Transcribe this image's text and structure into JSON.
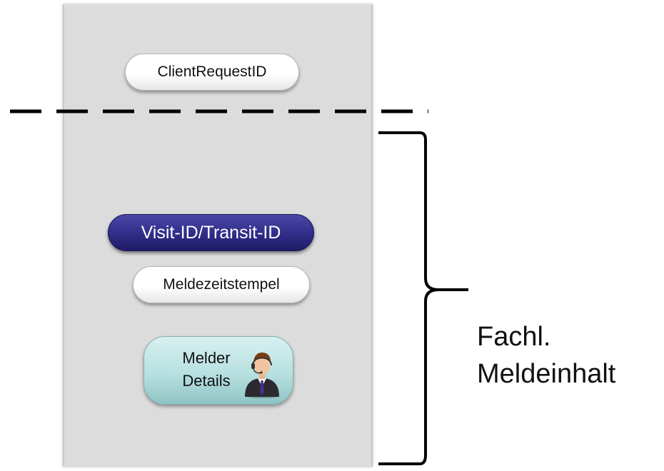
{
  "fields": {
    "client_request_id": "ClientRequestID",
    "visit_transit_id": "Visit-ID/Transit-ID",
    "meldezeitstempel": "Meldezeitstempel",
    "melder_line1": "Melder",
    "melder_line2": "Details"
  },
  "brace_label": {
    "line1": "Fachl.",
    "line2": "Meldeinhalt"
  },
  "icons": {
    "melder": "person-headset-icon"
  },
  "colors": {
    "panel": "#dcdcdc",
    "visit_pill": "#302c88",
    "melder_box": "#b8e0e0"
  }
}
